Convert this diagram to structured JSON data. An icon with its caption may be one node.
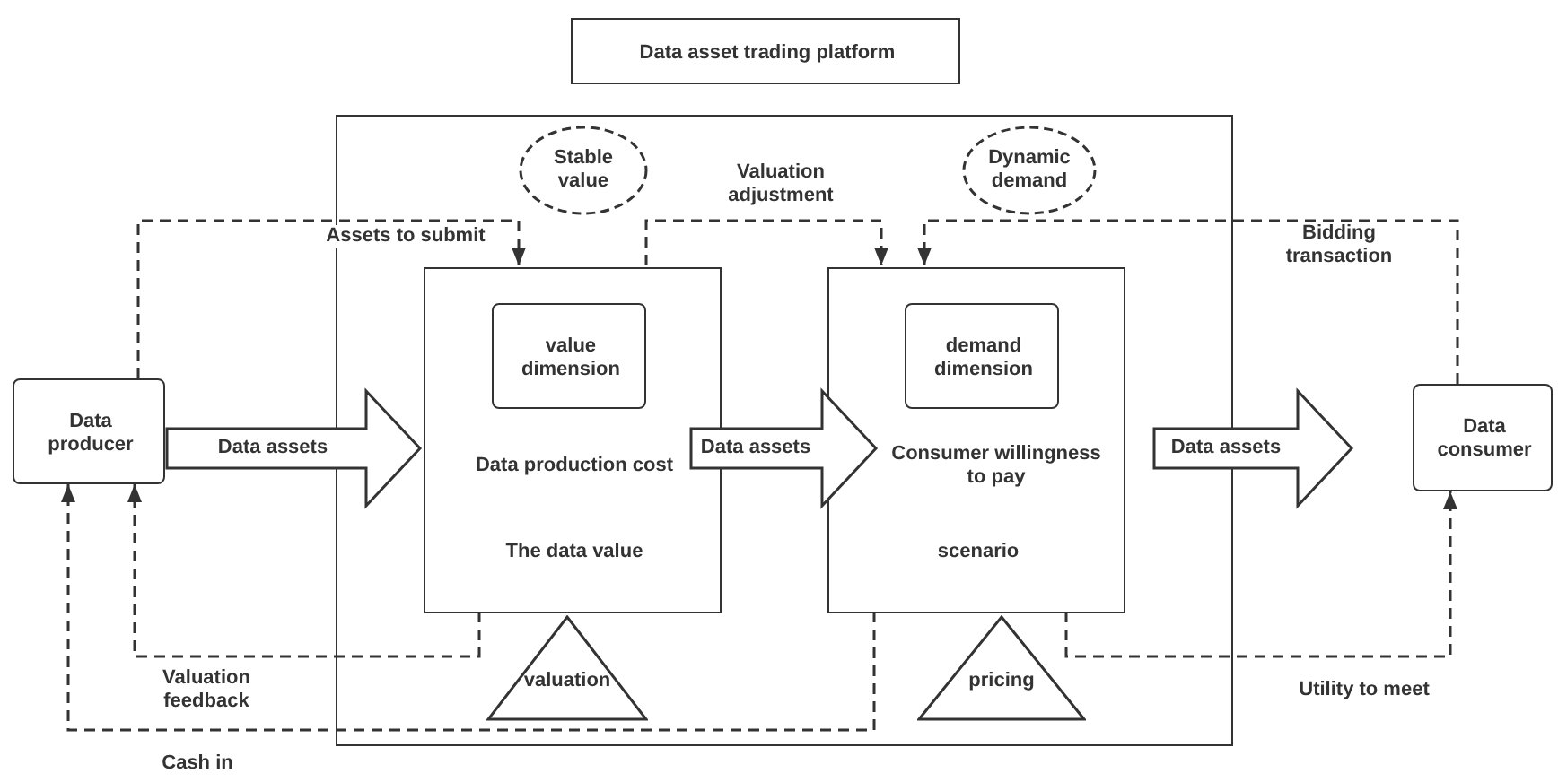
{
  "diagram": {
    "nodes": [
      {
        "text": [
          "Data asset trading platform"
        ]
      },
      {
        "text": [],
        "shape": "box"
      },
      {
        "text": [
          "Data producer"
        ]
      },
      {
        "text": [
          "Stable value"
        ],
        "in": 1
      },
      {
        "text": [
          "Data production cost",
          "The data value"
        ],
        "in": 1
      },
      {
        "text": [
          "value dimension"
        ],
        "in": 4
      },
      {
        "text": [
          "valuation"
        ],
        "in": 1
      },
      {
        "text": [
          "Dynamic demand"
        ],
        "in": 1
      },
      {
        "text": [
          "Consumer willingness to pay",
          "scenario"
        ],
        "in": 1
      },
      {
        "text": [
          "demand dimension"
        ],
        "in": 8
      },
      {
        "text": [
          "pricing"
        ],
        "in": 1
      },
      {
        "text": [
          "Data consumer"
        ]
      }
    ],
    "edges": [
      {
        "from": 2,
        "to": 4,
        "arrow": "to",
        "label": "Data assets",
        "style": "thick"
      },
      {
        "from": 4,
        "to": 8,
        "arrow": "to",
        "label": "Data assets",
        "style": "thick"
      },
      {
        "from": 8,
        "to": 11,
        "arrow": "to",
        "label": "Data assets",
        "style": "thick"
      },
      {
        "from": 2,
        "to": 4,
        "arrow": "to",
        "label": "Assets to submit",
        "style": "dashed"
      },
      {
        "from": 4,
        "to": 8,
        "arrow": "to",
        "label": "Valuation adjustment",
        "style": "dashed"
      },
      {
        "from": 11,
        "to": 8,
        "arrow": "to",
        "label": "Bidding transaction",
        "style": "dashed"
      },
      {
        "from": 4,
        "to": 2,
        "arrow": "to",
        "label": "Valuation feedback",
        "style": "dashed"
      },
      {
        "from": 8,
        "to": 2,
        "arrow": "to",
        "label": "Cash in",
        "style": "dashed"
      },
      {
        "from": 8,
        "to": 11,
        "arrow": "to",
        "label": "Utility to meet",
        "style": "dashed"
      }
    ]
  }
}
